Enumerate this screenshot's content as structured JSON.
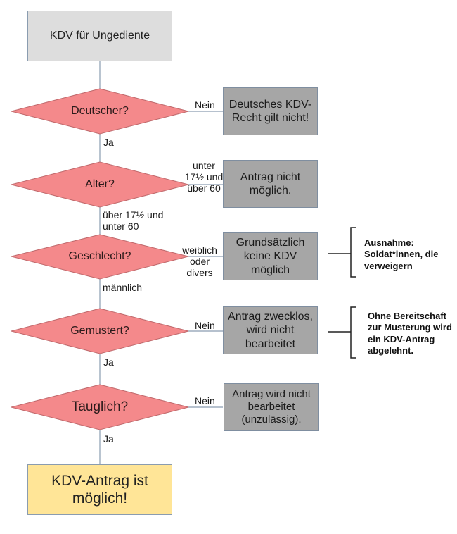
{
  "title": "KDV für Ungediente",
  "decisions": [
    {
      "question": "Deutscher?",
      "yes_label": "Ja",
      "no_label": "Nein",
      "no_result": "Deutsches KDV-Recht gilt nicht!"
    },
    {
      "question": "Alter?",
      "yes_label": "über 17½ und unter 60",
      "no_label": "unter 17½ und über 60",
      "no_result": "Antrag nicht möglich."
    },
    {
      "question": "Geschlecht?",
      "yes_label": "männlich",
      "no_label": "weiblich oder divers",
      "no_result": "Grundsätzlich keine KDV möglich",
      "note": "Ausnahme: Soldat*innen, die verweigern"
    },
    {
      "question": "Gemustert?",
      "yes_label": "Ja",
      "no_label": "Nein",
      "no_result": "Antrag zwecklos, wird nicht bearbeitet",
      "note": "Ohne Bereitschaft zur Musterung wird ein KDV-Antrag abgelehnt."
    },
    {
      "question": "Tauglich?",
      "yes_label": "Ja",
      "no_label": "Nein",
      "no_result": "Antrag wird nicht bearbeitet (unzulässig)."
    }
  ],
  "final_result": "KDV-Antrag ist möglich!",
  "colors": {
    "decision": "#f4898b",
    "result": "#a6a6a6",
    "start": "#dddddd",
    "final": "#ffe597",
    "connector": "#8a9cb0"
  }
}
